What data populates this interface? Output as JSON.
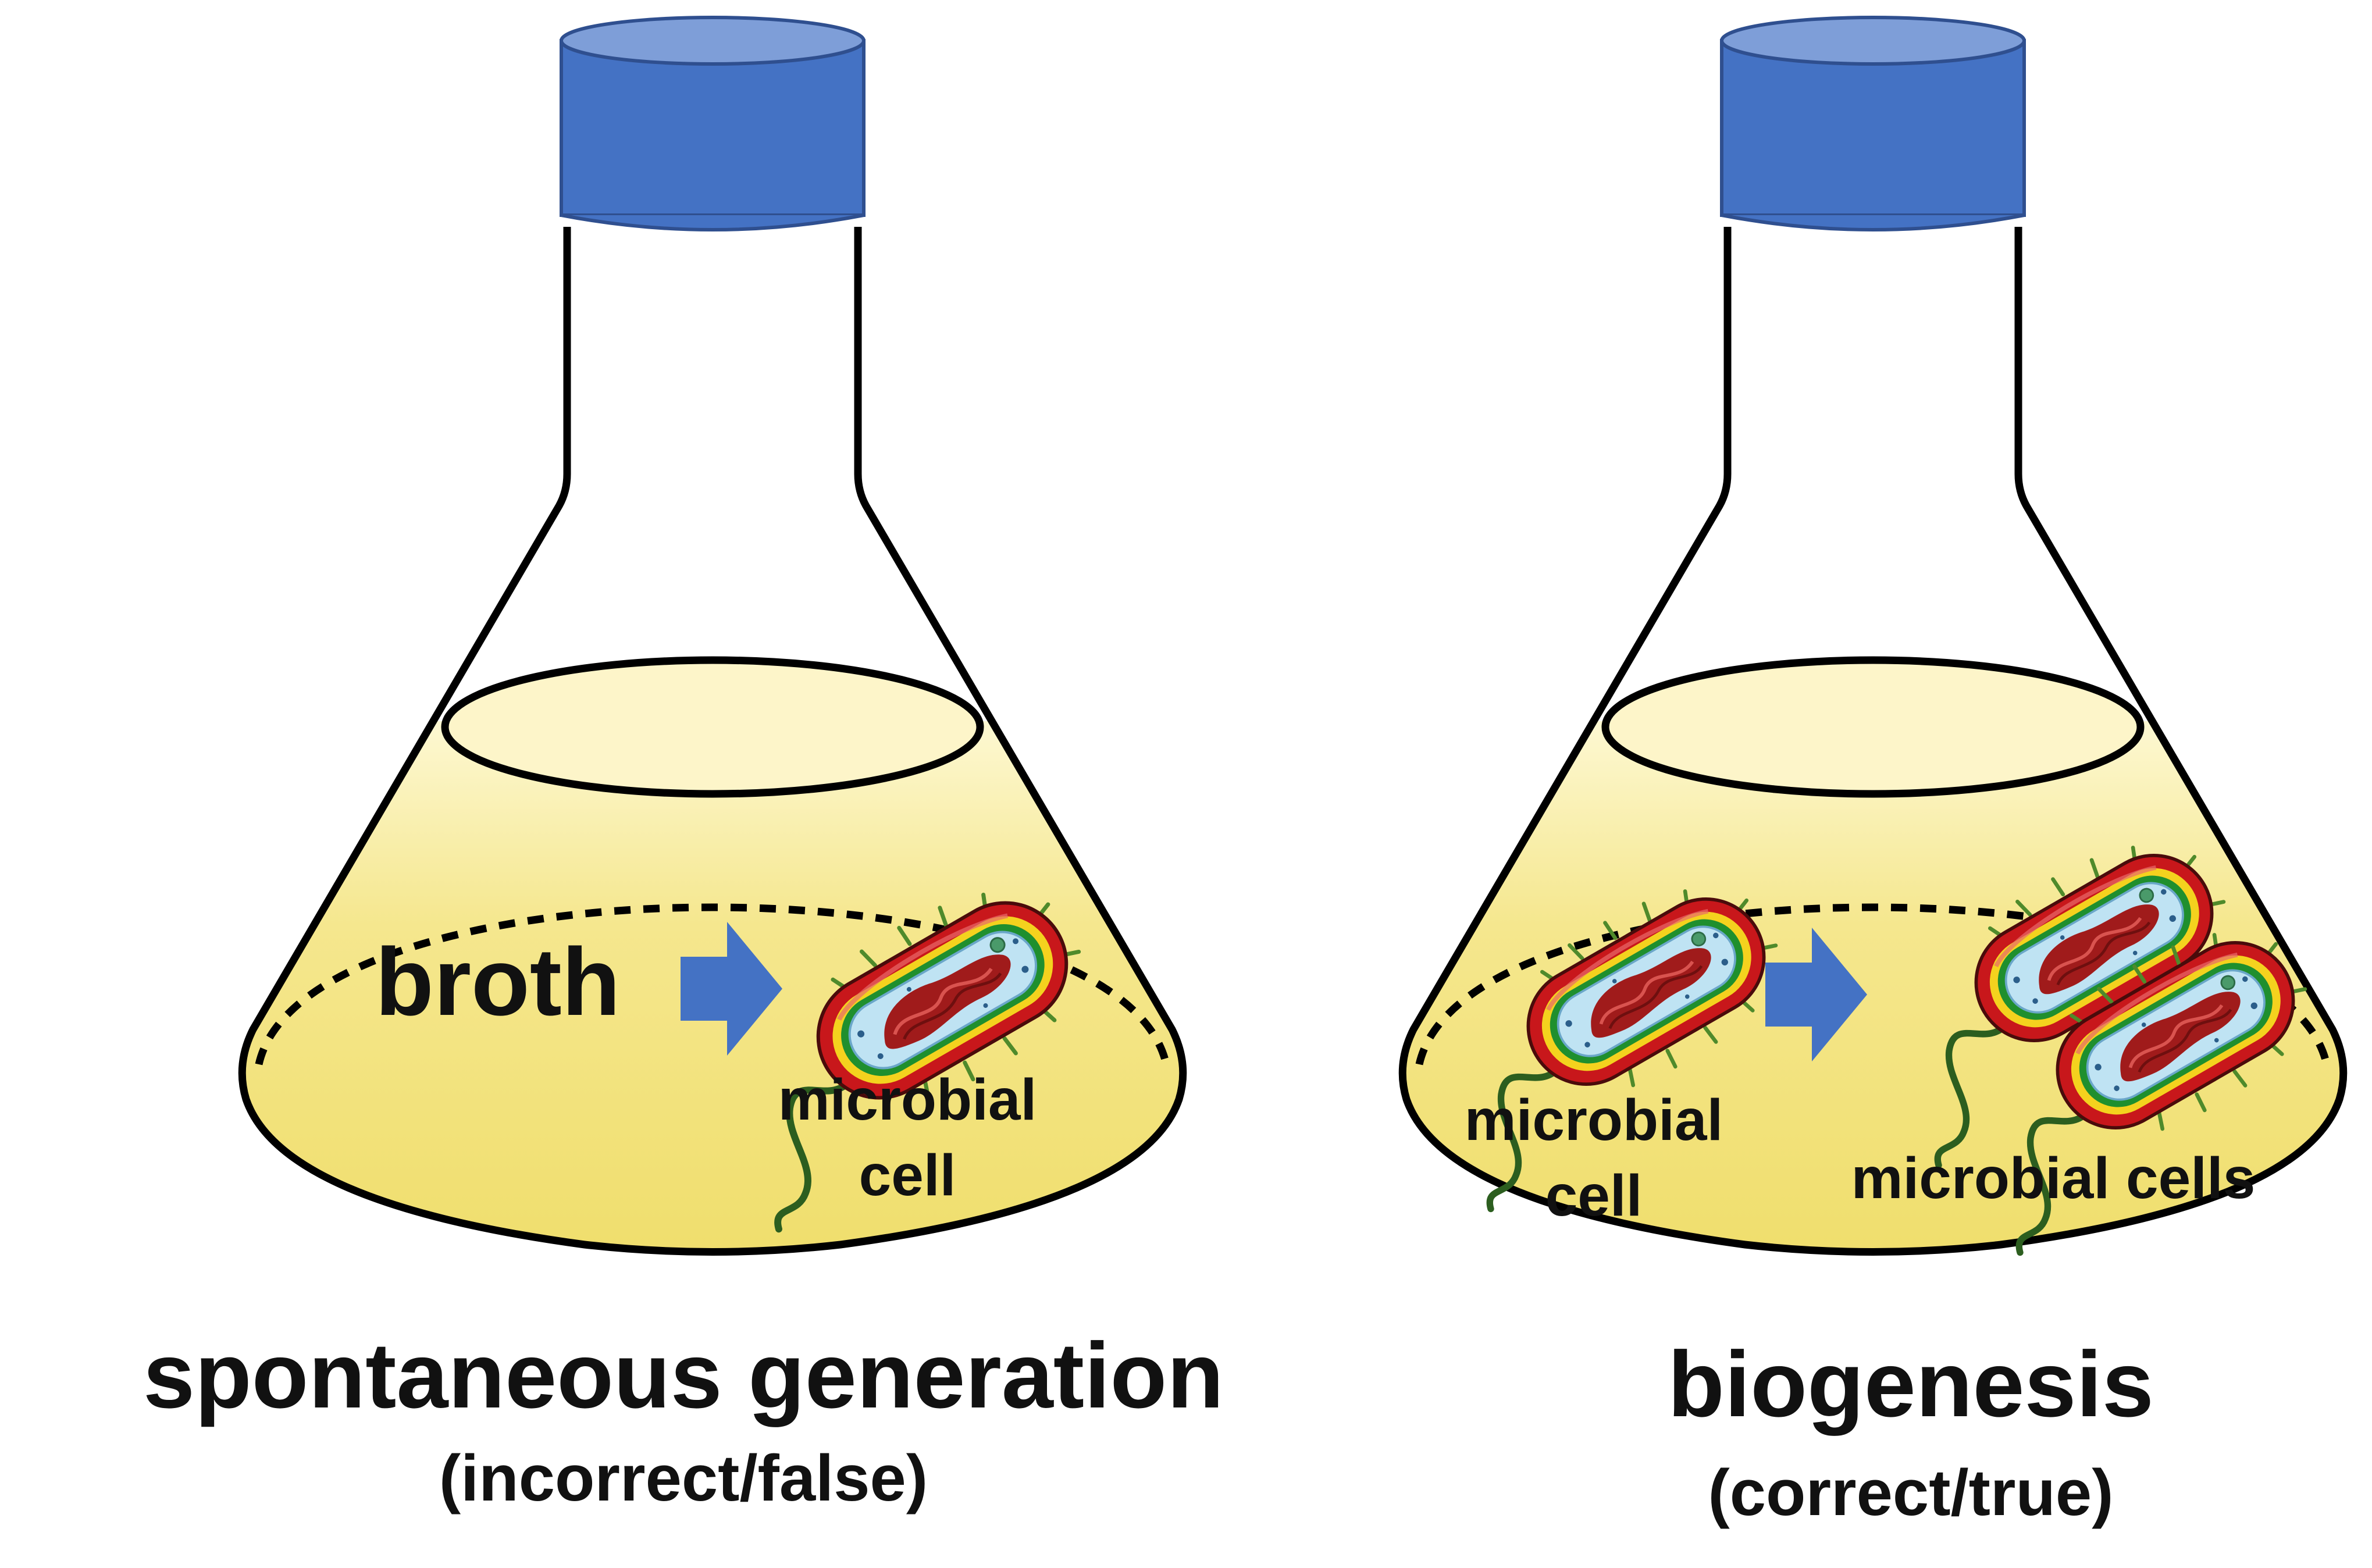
{
  "colors": {
    "cap": "#4472c4",
    "cap_stroke": "#2f4f8f",
    "broth_top": "#fbf3b8",
    "broth_bottom": "#efdf6c",
    "surface": "#fdf5c9",
    "arrow": "#4472c4",
    "outline": "#000000",
    "cell_wall": "#c8171b",
    "cell_membrane_yellow": "#f4d21e",
    "cell_membrane_green": "#1f8f2e",
    "cytoplasm": "#bfe3f3",
    "nucleoid": "#a01b1b"
  },
  "left_panel": {
    "broth_label": "broth",
    "cell_label_line1": "microbial",
    "cell_label_line2": "cell",
    "title": "spontaneous generation",
    "subtitle": "(incorrect/false)"
  },
  "right_panel": {
    "cell_label_line1": "microbial",
    "cell_label_line2": "cell",
    "cells_label": "microbial cells",
    "title": "biogenesis",
    "subtitle": "(correct/true)"
  },
  "icons": {
    "flask": "erlenmeyer-flask-icon",
    "cap": "flask-cap-icon",
    "arrow": "right-arrow-icon",
    "cell": "bacterial-cell-icon"
  }
}
